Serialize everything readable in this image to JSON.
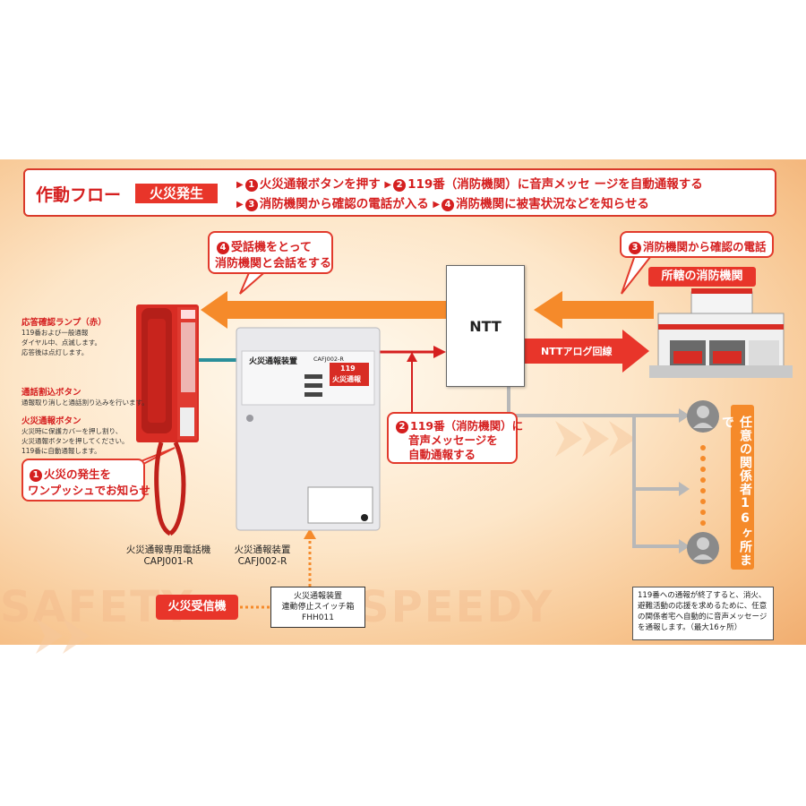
{
  "flow": {
    "title": "作動フロー",
    "trigger": "火災発生",
    "steps": [
      {
        "num": "1",
        "text": "火災通報ボタンを押す"
      },
      {
        "num": "2",
        "text": "119番（消防機関）に音声メッセ ージを自動通報する"
      },
      {
        "num": "3",
        "text": "消防機関から確認の電話が入る"
      },
      {
        "num": "4",
        "text": "消防機関に被害状況などを知らせる"
      }
    ]
  },
  "callouts": {
    "receiver": {
      "num": "4",
      "line1": "受話機をとって",
      "line2": "消防機関と会話をする"
    },
    "confirm": {
      "num": "3",
      "text": "消防機関から確認の電話"
    },
    "fire_station": "所轄の消防機関",
    "auto_call": {
      "num": "2",
      "line1": "119番（消防機関）に",
      "line2": "音声メッセージを",
      "line3": "自動通報する"
    },
    "one_push": {
      "num": "1",
      "line1": "火災の発生を",
      "line2": "ワンプッシュでお知らせ"
    }
  },
  "ntt": {
    "label": "NTT",
    "analog_line": "NTTアログ回線"
  },
  "phone_notes": {
    "lamp_title": "応答確認ランプ（赤）",
    "lamp_desc": [
      "119番および一般通報",
      "ダイヤル中、点滅します。",
      "応答後は点灯します。"
    ],
    "interrupt_title": "通話割込ボタン",
    "interrupt_desc": [
      "通報取り消しと通話割り込みを行います。"
    ],
    "report_title": "火災通報ボタン",
    "report_desc": [
      "火災時に保護カバーを押し割り、",
      "火災通報ボタンを押してください。",
      "119番に自動通報します。"
    ]
  },
  "devices": {
    "phone_name": "火災通報専用電話機",
    "phone_model": "CAPJ001-R",
    "unit_name": "火災通報装置",
    "unit_model": "CAFJ002-R",
    "panel_title": "火災通報装置",
    "panel_model": "CAFJ002-R",
    "panel_badge_num": "119",
    "panel_badge_text": "火災通報"
  },
  "receiver_panel": "火災受信機",
  "switch_box": {
    "line1": "火災通報装置",
    "line2": "連動停止スイッチ箱",
    "line3": "FHH011"
  },
  "related_parties": "任意の関係者16ヶ所まで",
  "info_text": "119番への通報が終了すると、消火、避難活動の応援を求めるために、任意の関係者宅へ自動的に音声メッセージを通報します。（最大16ヶ所）",
  "background_text": [
    "SAFETY",
    "SPEEDY"
  ],
  "colors": {
    "red": "#e8352a",
    "orange": "#f58a2a",
    "dark_red": "#d51f1f"
  }
}
